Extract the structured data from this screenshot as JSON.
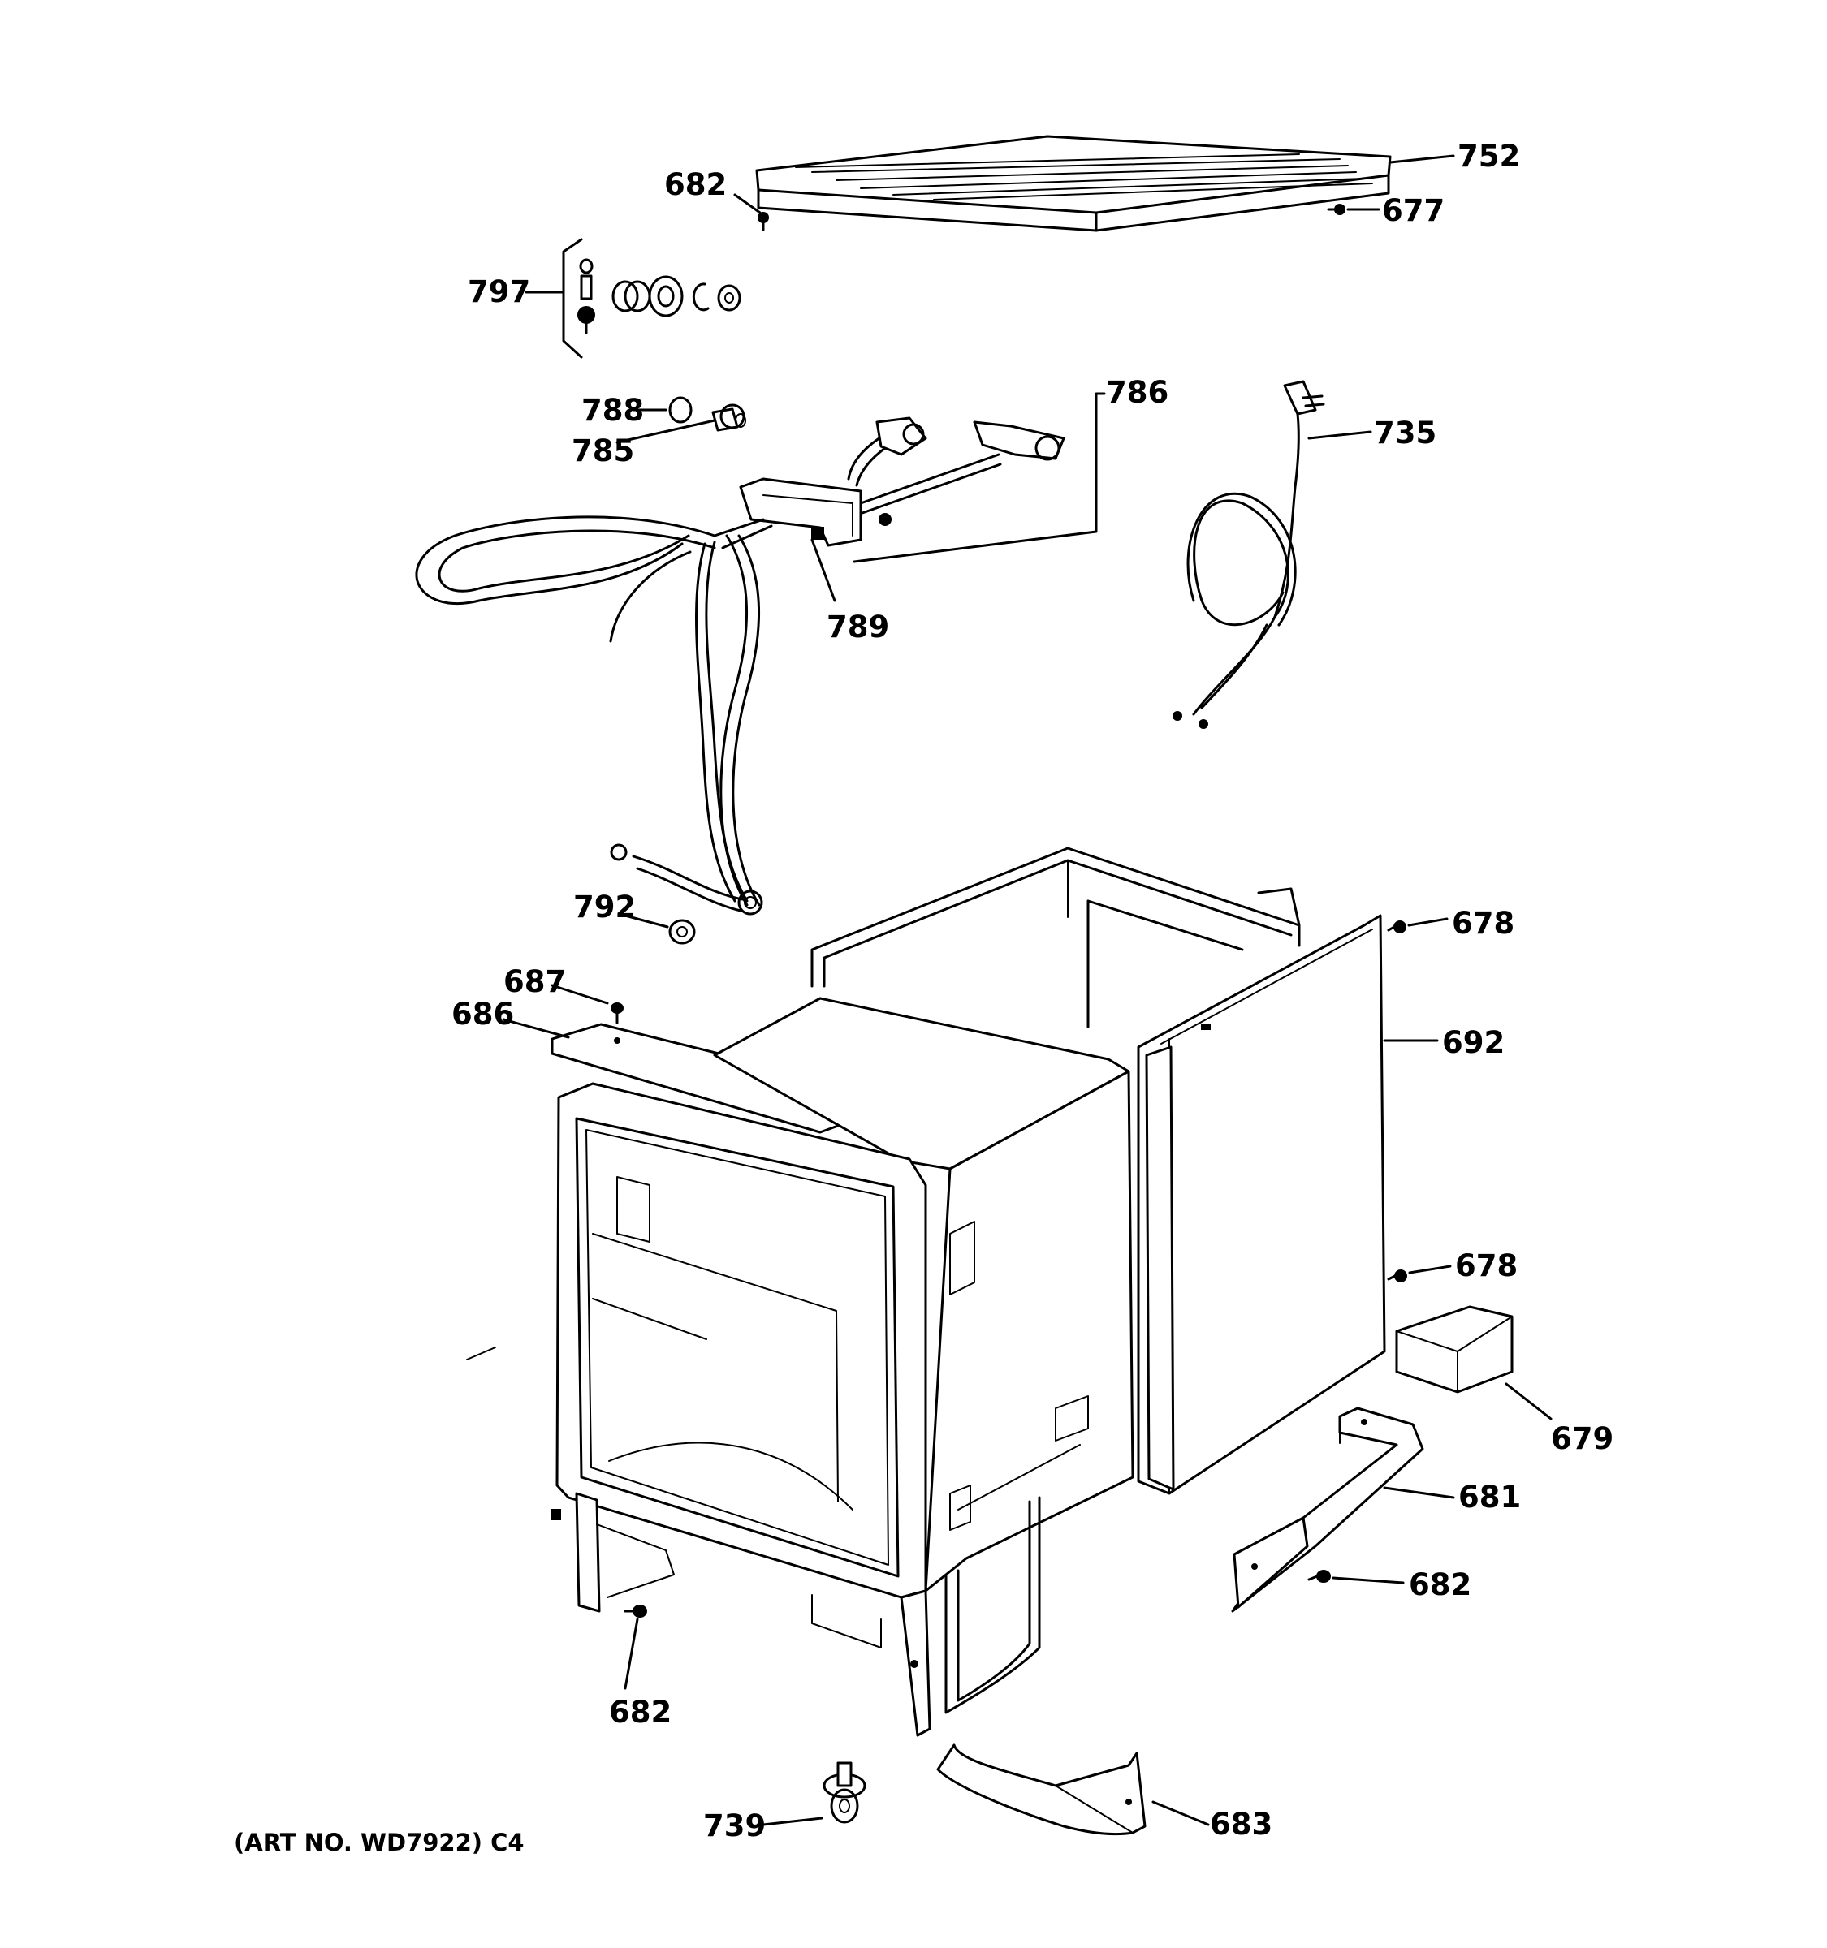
{
  "callouts": {
    "p752": "752",
    "p682_top": "682",
    "p677": "677",
    "p797": "797",
    "p788": "788",
    "p785": "785",
    "p786": "786",
    "p735": "735",
    "p789": "789",
    "p792": "792",
    "p678_top": "678",
    "p687": "687",
    "p686": "686",
    "p692": "692",
    "p678_mid": "678",
    "p679": "679",
    "p681": "681",
    "p682_right": "682",
    "p682_bottom": "682",
    "p739": "739",
    "p683": "683"
  },
  "footer": {
    "art_no": "(ART NO. WD7922) C4"
  }
}
